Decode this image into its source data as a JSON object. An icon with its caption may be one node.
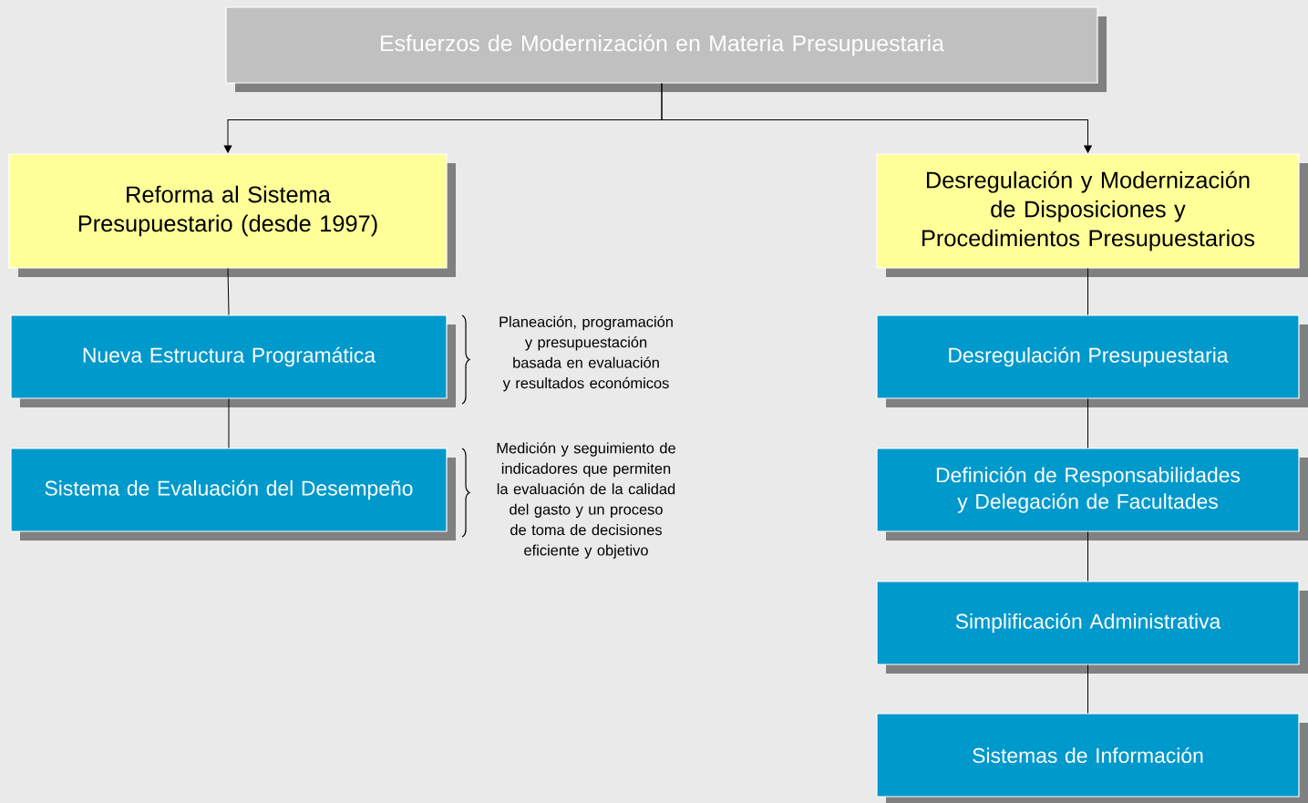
{
  "diagram": {
    "nodes": [
      {
        "text": [
          "Esfuerzos de Modernización en Materia Presupuestaria"
        ]
      },
      {
        "text": [
          "Reforma al Sistema Presupuestario (desde 1997)"
        ]
      },
      {
        "text": [
          "Desregulación y Modernización de Disposiciones y Procedimientos Presupuestarios"
        ]
      },
      {
        "text": [
          "Nueva Estructura Programática"
        ]
      },
      {
        "text": [
          "Sistema de Evaluación del Desempeño"
        ]
      },
      {
        "text": [
          "Desregulación Presupuestaria"
        ]
      },
      {
        "text": [
          "Definición de Responsabilidades y Delegación de Facultades"
        ]
      },
      {
        "text": [
          "Simplificación Administrativa"
        ]
      },
      {
        "text": [
          "Sistemas de Información"
        ]
      }
    ],
    "edges": [
      {
        "from": 0,
        "to": 1,
        "arrow": "to"
      },
      {
        "from": 0,
        "to": 2,
        "arrow": "to"
      },
      {
        "from": 1,
        "to": 3,
        "arrow": "none"
      },
      {
        "from": 3,
        "to": 4,
        "arrow": "none"
      },
      {
        "from": 2,
        "to": 5,
        "arrow": "none"
      },
      {
        "from": 5,
        "to": 6,
        "arrow": "none"
      },
      {
        "from": 6,
        "to": 7,
        "arrow": "none"
      },
      {
        "from": 7,
        "to": 8,
        "arrow": "none"
      }
    ],
    "labels": [
      "Planeación, programación y presupuestación basada en evaluación y resultados económicos",
      "Medición y seguimiento de indicadores que permiten la evaluación de la calidad del gasto y un proceso de toma de decisiones eficiente y objetivo"
    ]
  }
}
